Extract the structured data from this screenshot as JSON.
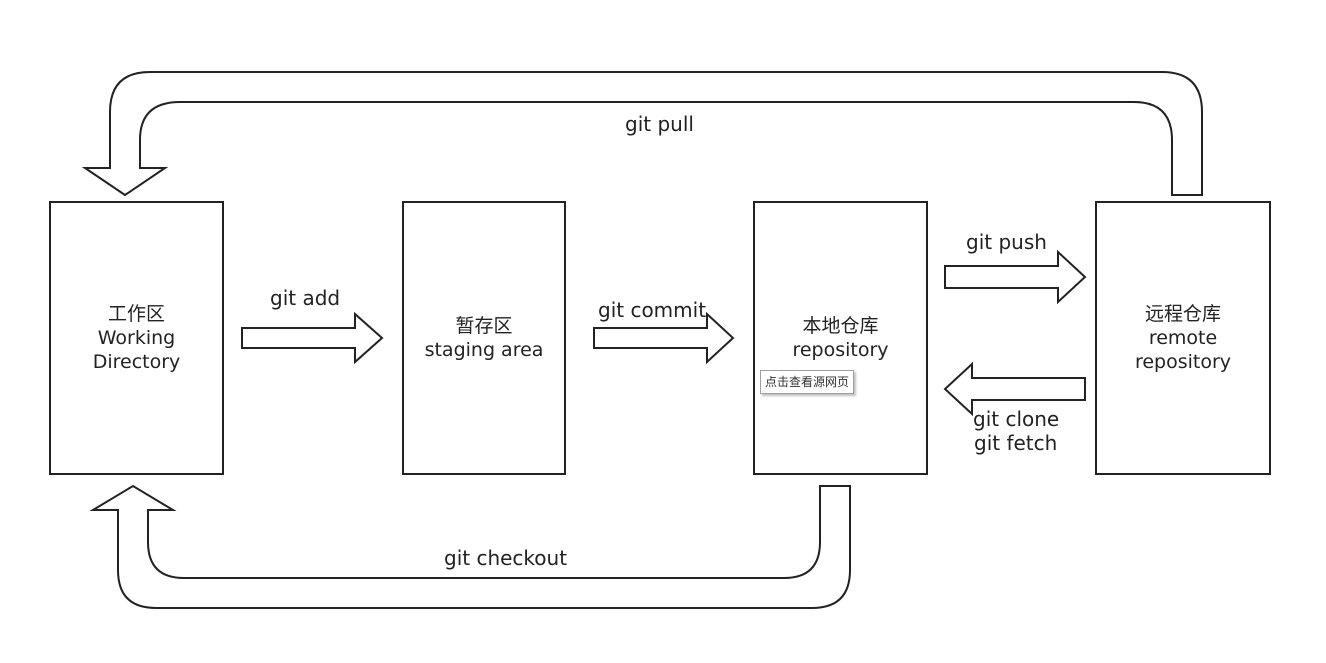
{
  "boxes": {
    "working_directory": {
      "zh": "工作区",
      "en_line1": "Working",
      "en_line2": "Directory"
    },
    "staging_area": {
      "zh": "暂存区",
      "en": "staging area"
    },
    "local_repository": {
      "zh": "本地仓库",
      "en": "repository"
    },
    "remote_repository": {
      "zh": "远程仓库",
      "en_line1": "remote",
      "en_line2": "repository"
    }
  },
  "commands": {
    "add": "git add",
    "commit": "git commit",
    "push": "git push",
    "clone": "git clone",
    "fetch": "git fetch",
    "pull": "git pull",
    "checkout": "git checkout"
  },
  "tooltip": "点击查看源网页",
  "colors": {
    "stroke": "#222222",
    "background": "#ffffff"
  }
}
